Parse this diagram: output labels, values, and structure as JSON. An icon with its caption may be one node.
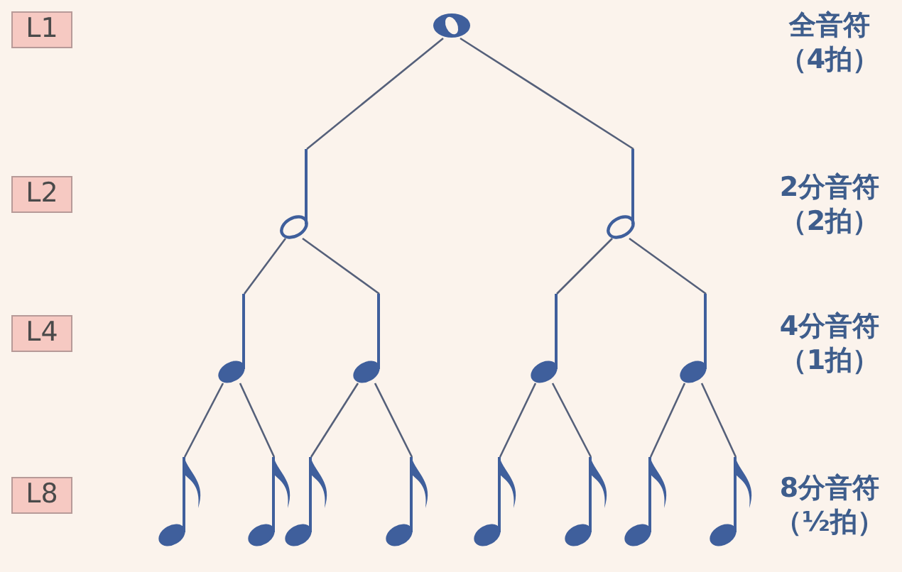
{
  "diagram": {
    "nodes": [
      {
        "text": [
          "L1"
        ]
      },
      {
        "text": [
          "L2"
        ]
      },
      {
        "text": [
          "L4"
        ]
      },
      {
        "text": [
          "L8"
        ]
      },
      {
        "text": [],
        "shape": "picture"
      },
      {
        "text": [],
        "shape": "picture"
      },
      {
        "text": [],
        "shape": "picture"
      },
      {
        "text": [],
        "shape": "picture"
      },
      {
        "text": [],
        "shape": "picture"
      },
      {
        "text": [],
        "shape": "picture"
      },
      {
        "text": [],
        "shape": "picture"
      },
      {
        "text": [],
        "shape": "picture"
      },
      {
        "text": [],
        "shape": "picture"
      },
      {
        "text": [],
        "shape": "picture"
      },
      {
        "text": [],
        "shape": "picture"
      },
      {
        "text": [],
        "shape": "picture"
      },
      {
        "text": [],
        "shape": "picture"
      },
      {
        "text": [],
        "shape": "picture"
      },
      {
        "text": [],
        "shape": "picture"
      }
    ],
    "edges": [
      {
        "from": 4,
        "to": 5,
        "arrow": "none"
      },
      {
        "from": 4,
        "to": 6,
        "arrow": "none"
      },
      {
        "from": 5,
        "to": 7,
        "arrow": "none"
      },
      {
        "from": 5,
        "to": 8,
        "arrow": "none"
      },
      {
        "from": 6,
        "to": 9,
        "arrow": "none"
      },
      {
        "from": 6,
        "to": 10,
        "arrow": "none"
      },
      {
        "from": 7,
        "to": 11,
        "arrow": "none"
      },
      {
        "from": 7,
        "to": 12,
        "arrow": "none"
      },
      {
        "from": 8,
        "to": 13,
        "arrow": "none"
      },
      {
        "from": 8,
        "to": 14,
        "arrow": "none"
      },
      {
        "from": 9,
        "to": 15,
        "arrow": "none"
      },
      {
        "from": 9,
        "to": 16,
        "arrow": "none"
      },
      {
        "from": 10,
        "to": 17,
        "arrow": "none"
      },
      {
        "from": 10,
        "to": 18,
        "arrow": "none"
      }
    ],
    "labels": [
      "全音符（4拍）",
      "2分音符（2拍）",
      "4分音符（1拍）",
      "8分音符（½拍）"
    ]
  }
}
